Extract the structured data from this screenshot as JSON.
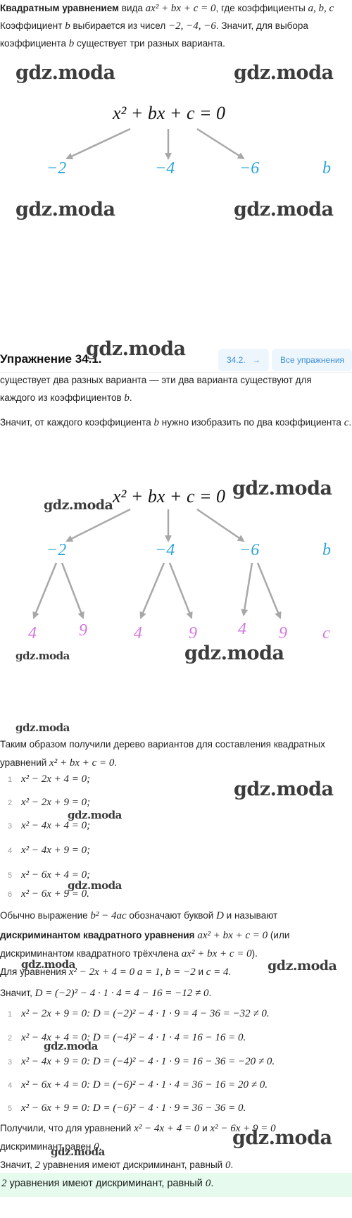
{
  "intro": {
    "line1_bold": "Квадратным уравнением",
    "line1_rest": " вида ",
    "line1_eq": "ax² + bx + c = 0",
    "line1_tail": ", где коэффициенты ",
    "line1_vars": "a,  b,  c",
    "line2_start": "Коэффициент ",
    "line2_var": "b",
    "line2_mid": " выбирается из чисел ",
    "line2_nums": "−2,  −4,  −6",
    "line2_end": ". Значит, для выбора",
    "line3_start": "коэффициента ",
    "line3_var": "b",
    "line3_end": " существует три разных варианта."
  },
  "watermark": "gdz.moda",
  "tree1": {
    "root": "x² + bx + c = 0",
    "nodes": [
      "−2",
      "−4",
      "−6"
    ],
    "level_label": "b"
  },
  "header": {
    "title": "Упражнение 34.1.",
    "next_label": "34.2.",
    "next_arrow": "→",
    "all_label": "Все упражнения"
  },
  "middle": {
    "line1": "существует два разных варианта — эти два варианта существуют для",
    "line2_start": "каждого из коэффициентов ",
    "line2_var": "b",
    "line2_end": ".",
    "line3_start": "Значит, от каждого коэффициента ",
    "line3_var": "b",
    "line3_mid": " нужно изобразить по два коэффициента ",
    "line3_var2": "c",
    "line3_end": "."
  },
  "tree2": {
    "root": "x² + bx + c = 0",
    "nodes": [
      "−2",
      "−4",
      "−6"
    ],
    "level_label_b": "b",
    "leaves": [
      "4",
      "9",
      "4",
      "9",
      "4",
      "9"
    ],
    "level_label_c": "c"
  },
  "summary": {
    "line1": "Таким образом получили дерево вариантов для составления квадратных",
    "line2_start": "уравнений ",
    "line2_eq": "x² + bx + c = 0",
    "line2_end": ".",
    "equations": [
      {
        "num": "1",
        "eq": "x² − 2x + 4 = 0;"
      },
      {
        "num": "2",
        "eq": "x² − 2x + 9 = 0;"
      },
      {
        "num": "3",
        "eq": "x² − 4x + 4 = 0;"
      },
      {
        "num": "4",
        "eq": "x² − 4x + 9 = 0;"
      },
      {
        "num": "5",
        "eq": "x² − 6x + 4 = 0;"
      },
      {
        "num": "6",
        "eq": "x² − 6x + 9 = 0."
      }
    ]
  },
  "discriminant": {
    "line1_start": "Обычно выражение ",
    "line1_eq": "b² − 4ac",
    "line1_mid": " обозначают буквой ",
    "line1_var": "D",
    "line1_end": " и называют",
    "line2_bold": "дискриминантом квадратного уравнения",
    "line2_eq": " ax² + bx + c = 0",
    "line2_end": " (или",
    "line3_start": "дискриминантом квадратного трёхчлена ",
    "line3_eq": "ax² + bx + c = 0",
    "line3_end": ").",
    "line4_start": "Для уравнения ",
    "line4_eq": "x² − 2x + 4 = 0",
    "line4_mid": " a = 1, b = −2",
    "line4_and": " и ",
    "line4_c": "c = 4",
    "line4_end": ".",
    "line5_start": "Значит, ",
    "line5_eq": "D = (−2)² − 4 · 1 · 4 = 4 − 16 = −12 ≠ 0",
    "line5_end": ".",
    "list": [
      {
        "num": "1",
        "eq": "x² − 2x + 9 = 0: D = (−2)² − 4 · 1 · 9 = 4 − 36 = −32 ≠ 0."
      },
      {
        "num": "2",
        "eq": "x² − 4x + 4 = 0: D = (−4)² − 4 · 1 · 4 = 16 − 16 = 0."
      },
      {
        "num": "3",
        "eq": "x² − 4x + 9 = 0: D = (−4)² − 4 · 1 · 9 = 16 − 36 = −20 ≠ 0."
      },
      {
        "num": "4",
        "eq": "x² − 6x + 4 = 0: D = (−6)² − 4 · 1 · 4 = 36 − 16 = 20 ≠ 0."
      },
      {
        "num": "5",
        "eq": "x² − 6x + 9 = 0: D = (−6)² − 4 · 1 · 9 = 36 − 36 = 0."
      }
    ]
  },
  "conclusion": {
    "line1_start": "Получили, что для уравнений ",
    "line1_eq1": "x² − 4x + 4 = 0",
    "line1_and": " и ",
    "line1_eq2": "x² − 6x + 9 = 0",
    "line2_start": "дискриминант равен ",
    "line2_val": "0",
    "line2_end": ".",
    "line3_start": "Значит, ",
    "line3_val": "2",
    "line3_end": " уравнения имеют дискриминант, равный ",
    "line3_val2": "0",
    "line3_end2": "."
  },
  "answer": {
    "val": "2",
    "text": " уравнения имеют дискриминант, равный ",
    "val2": "0",
    "end": "."
  },
  "colors": {
    "blue_node": "#2aa5d8",
    "pink_leaf": "#d475e0",
    "arrow": "#a8a8a8",
    "answer_bg": "#e6fbee",
    "nav_text": "#3a8fd8"
  }
}
